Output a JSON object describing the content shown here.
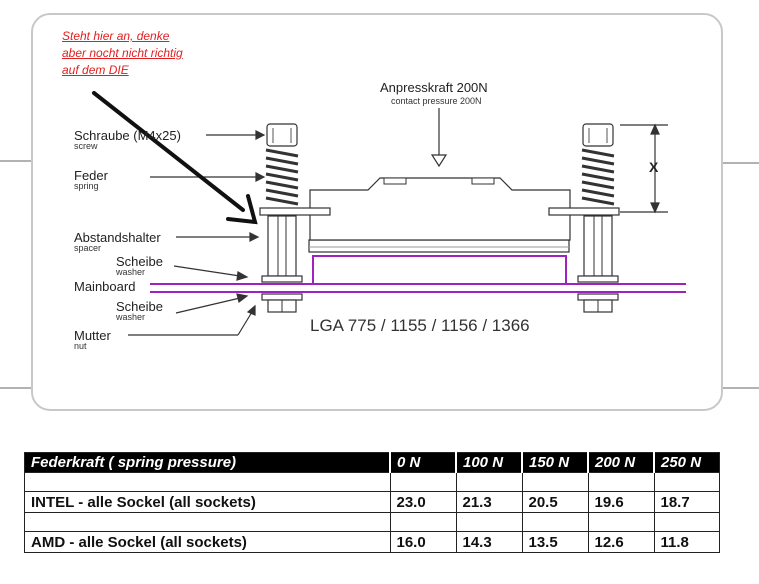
{
  "annotation": {
    "lines": [
      "Steht hier an, denke",
      "aber nocht nicht richtig",
      "auf dem DIE"
    ],
    "color": "#e02020"
  },
  "diagram": {
    "force_label": "Anpresskraft 200N",
    "force_label_en": "contact pressure 200N",
    "socket_text": "LGA 775 / 1155 / 1156 / 1366",
    "x_label": "X",
    "parts": [
      {
        "de": "Schraube (M4x25)",
        "en": "screw"
      },
      {
        "de": "Feder",
        "en": "spring"
      },
      {
        "de": "Abstandshalter",
        "en": "spacer"
      },
      {
        "de": "Scheibe",
        "en": "washer"
      },
      {
        "de": "Mainboard",
        "en": ""
      },
      {
        "de": "Scheibe",
        "en": "washer"
      },
      {
        "de": "Mutter",
        "en": "nut"
      }
    ],
    "mainboard_color": "#a020c0"
  },
  "table": {
    "header": [
      "Federkraft ( spring pressure)",
      "0 N",
      "100 N",
      "150 N",
      "200 N",
      "250 N"
    ],
    "rows": [
      {
        "name": "INTEL - alle Sockel  (all sockets)",
        "values": [
          "23.0",
          "21.3",
          "20.5",
          "19.6",
          "18.7"
        ]
      },
      {
        "name": "AMD - alle Sockel (all sockets)",
        "values": [
          "16.0",
          "14.3",
          "13.5",
          "12.6",
          "11.8"
        ]
      }
    ]
  }
}
